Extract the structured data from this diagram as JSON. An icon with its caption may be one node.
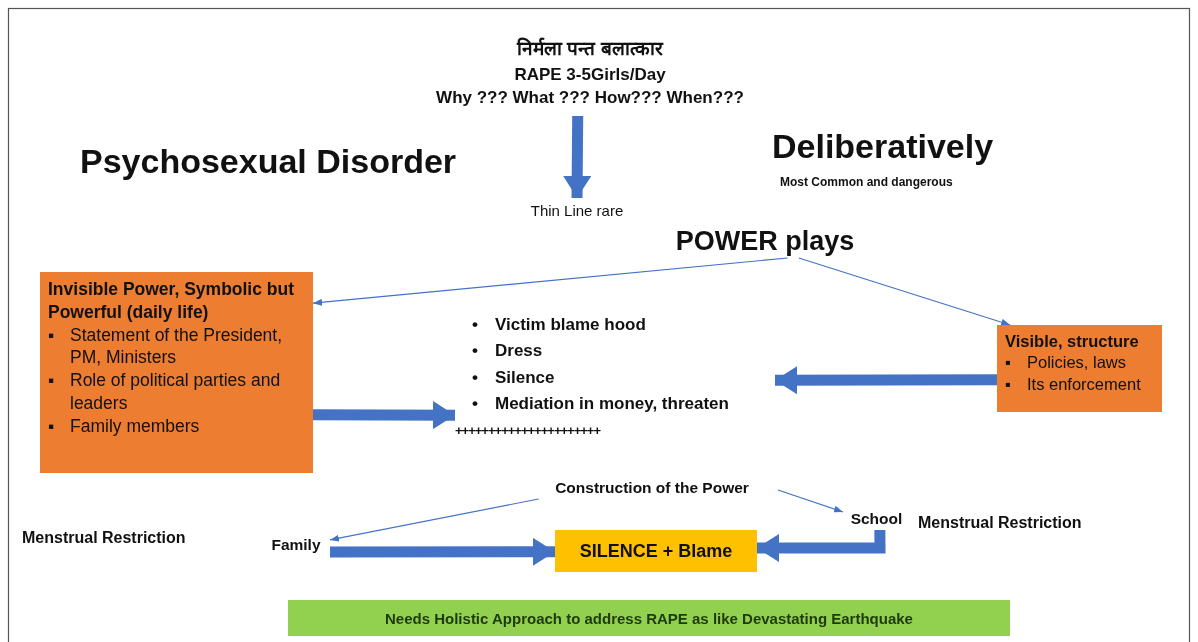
{
  "diagram": {
    "nodes": [
      {
        "text": [
          "निर्मला पन्त बलात्कार",
          "RAPE 3-5Girls/Day",
          "Why ??? What ??? How??? When???"
        ]
      },
      {
        "text": [
          "Thin Line rare"
        ]
      },
      {
        "text": [
          "POWER plays"
        ]
      },
      {
        "text": [
          "Invisible Power, Symbolic but Powerful (daily life)",
          "▪",
          "Statement of the President, PM, Ministers",
          "▪",
          "Role of political parties and leaders",
          "▪",
          "Family members"
        ]
      },
      {
        "text": [
          "•",
          "Victim blame hood",
          "•",
          "Dress",
          "•",
          "Silence",
          "•",
          "Mediation in money, threaten",
          "++++++++++++++++++++++"
        ]
      },
      {
        "text": [
          "Visible, structure",
          "▪",
          "Policies, laws",
          "▪",
          "Its enforcement"
        ]
      },
      {
        "text": [
          "Construction of the Power"
        ]
      },
      {
        "text": [
          "Family"
        ]
      },
      {
        "text": [
          "School"
        ]
      },
      {
        "text": [
          "SILENCE + Blame"
        ]
      },
      {
        "text": [
          "Needs Holistic Approach to address RAPE as like Devastating Earthquake"
        ]
      }
    ],
    "edges": [
      {
        "from": 0,
        "to": 1,
        "arrow": "to"
      },
      {
        "from": 2,
        "to": 3,
        "arrow": "to"
      },
      {
        "from": 2,
        "to": 5,
        "arrow": "to"
      },
      {
        "from": 3,
        "to": 4,
        "arrow": "to"
      },
      {
        "from": 5,
        "to": 4,
        "arrow": "to"
      },
      {
        "from": 6,
        "to": 7,
        "arrow": "to"
      },
      {
        "from": 6,
        "to": 8,
        "arrow": "to"
      },
      {
        "from": 7,
        "to": 9,
        "arrow": "to"
      },
      {
        "from": 8,
        "to": 9,
        "arrow": "to"
      }
    ],
    "labels": [
      "Psychosexual Disorder",
      "Deliberatively",
      "Most Common and dangerous",
      "Menstrual Restriction",
      "Menstrual Restriction"
    ]
  }
}
